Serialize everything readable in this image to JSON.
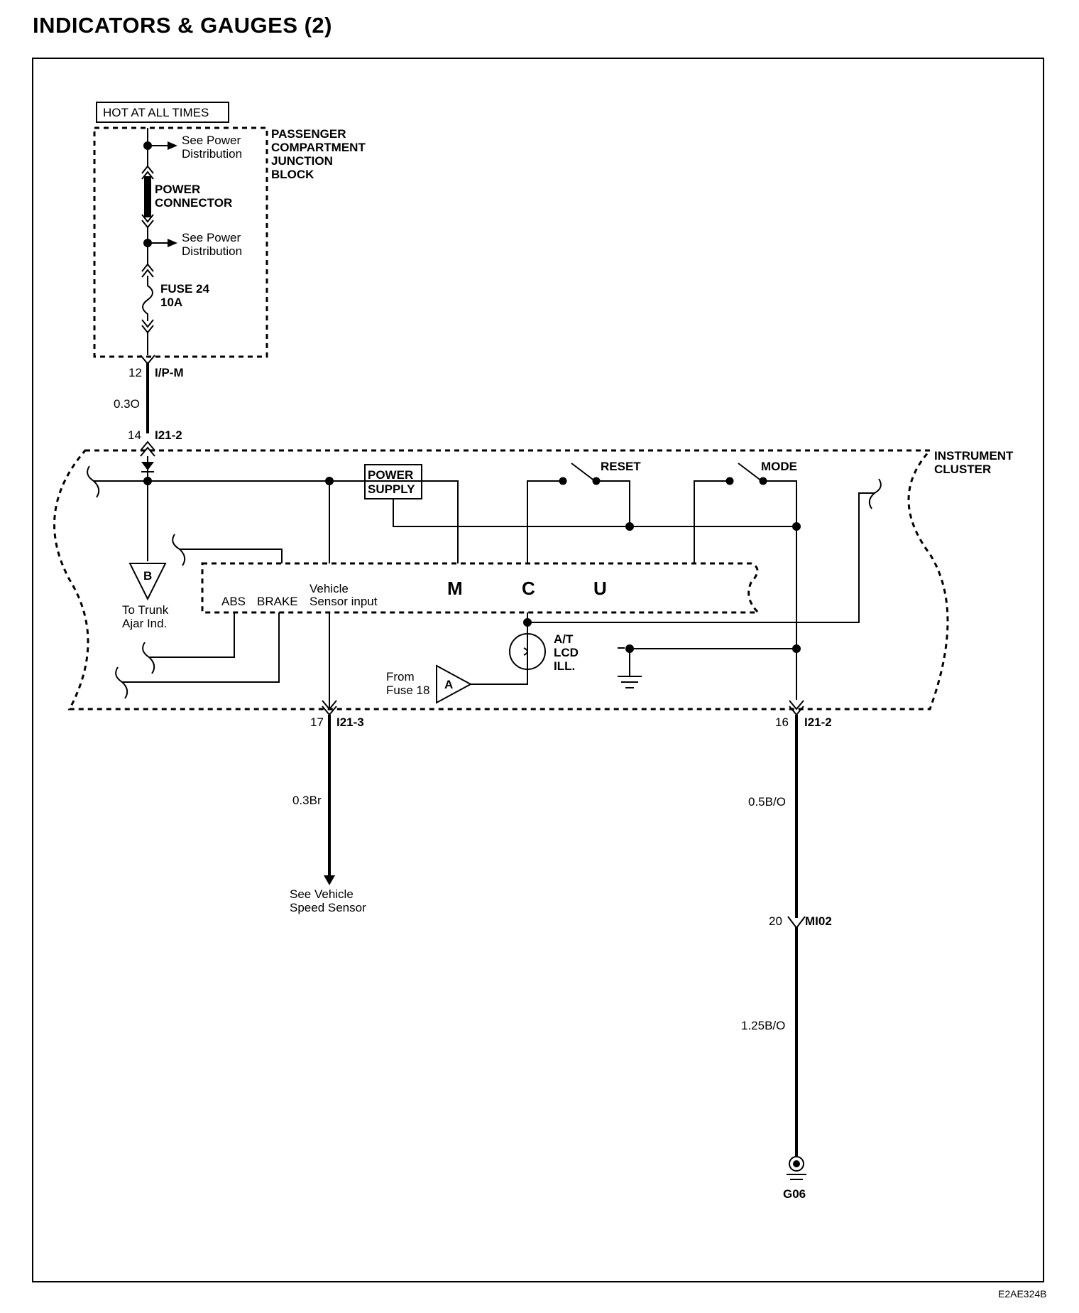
{
  "title": "INDICATORS & GAUGES (2)",
  "hot_label": "HOT AT ALL TIMES",
  "junction_block": [
    "PASSENGER",
    "COMPARTMENT",
    "JUNCTION",
    "BLOCK"
  ],
  "see_power_1": [
    "See Power",
    "Distribution"
  ],
  "power_connector": [
    "POWER",
    "CONNECTOR"
  ],
  "see_power_2": [
    "See Power",
    "Distribution"
  ],
  "fuse": [
    "FUSE 24",
    "10A"
  ],
  "conn_top": {
    "pin": "12",
    "name": "I/P-M"
  },
  "wire_top": "0.3O",
  "conn_cluster_in": {
    "pin": "14",
    "name": "I21-2"
  },
  "instrument_cluster": [
    "INSTRUMENT",
    "CLUSTER"
  ],
  "power_supply": [
    "POWER",
    "SUPPLY"
  ],
  "reset": "RESET",
  "mode": "MODE",
  "to_trunk": {
    "letter": "B",
    "text": [
      "To Trunk",
      "Ajar Ind."
    ]
  },
  "mcu_inputs": {
    "abs": "ABS",
    "brake": "BRAKE",
    "vehicle": "Vehicle",
    "sensor": "Sensor input"
  },
  "mcu_letters": [
    "M",
    "C",
    "U"
  ],
  "lcd": [
    "A/T",
    "LCD",
    "ILL."
  ],
  "from_fuse": {
    "letter": "A",
    "text": [
      "From",
      "Fuse 18"
    ]
  },
  "conn_left_out": {
    "pin": "17",
    "name": "I21-3"
  },
  "wire_left": "0.3Br",
  "see_vss": [
    "See Vehicle",
    "Speed Sensor"
  ],
  "conn_right_out": {
    "pin": "16",
    "name": "I21-2"
  },
  "wire_right_1": "0.5B/O",
  "conn_mi": {
    "pin": "20",
    "name": "MI02"
  },
  "wire_right_2": "1.25B/O",
  "ground": "G06",
  "code": "E2AE324B"
}
